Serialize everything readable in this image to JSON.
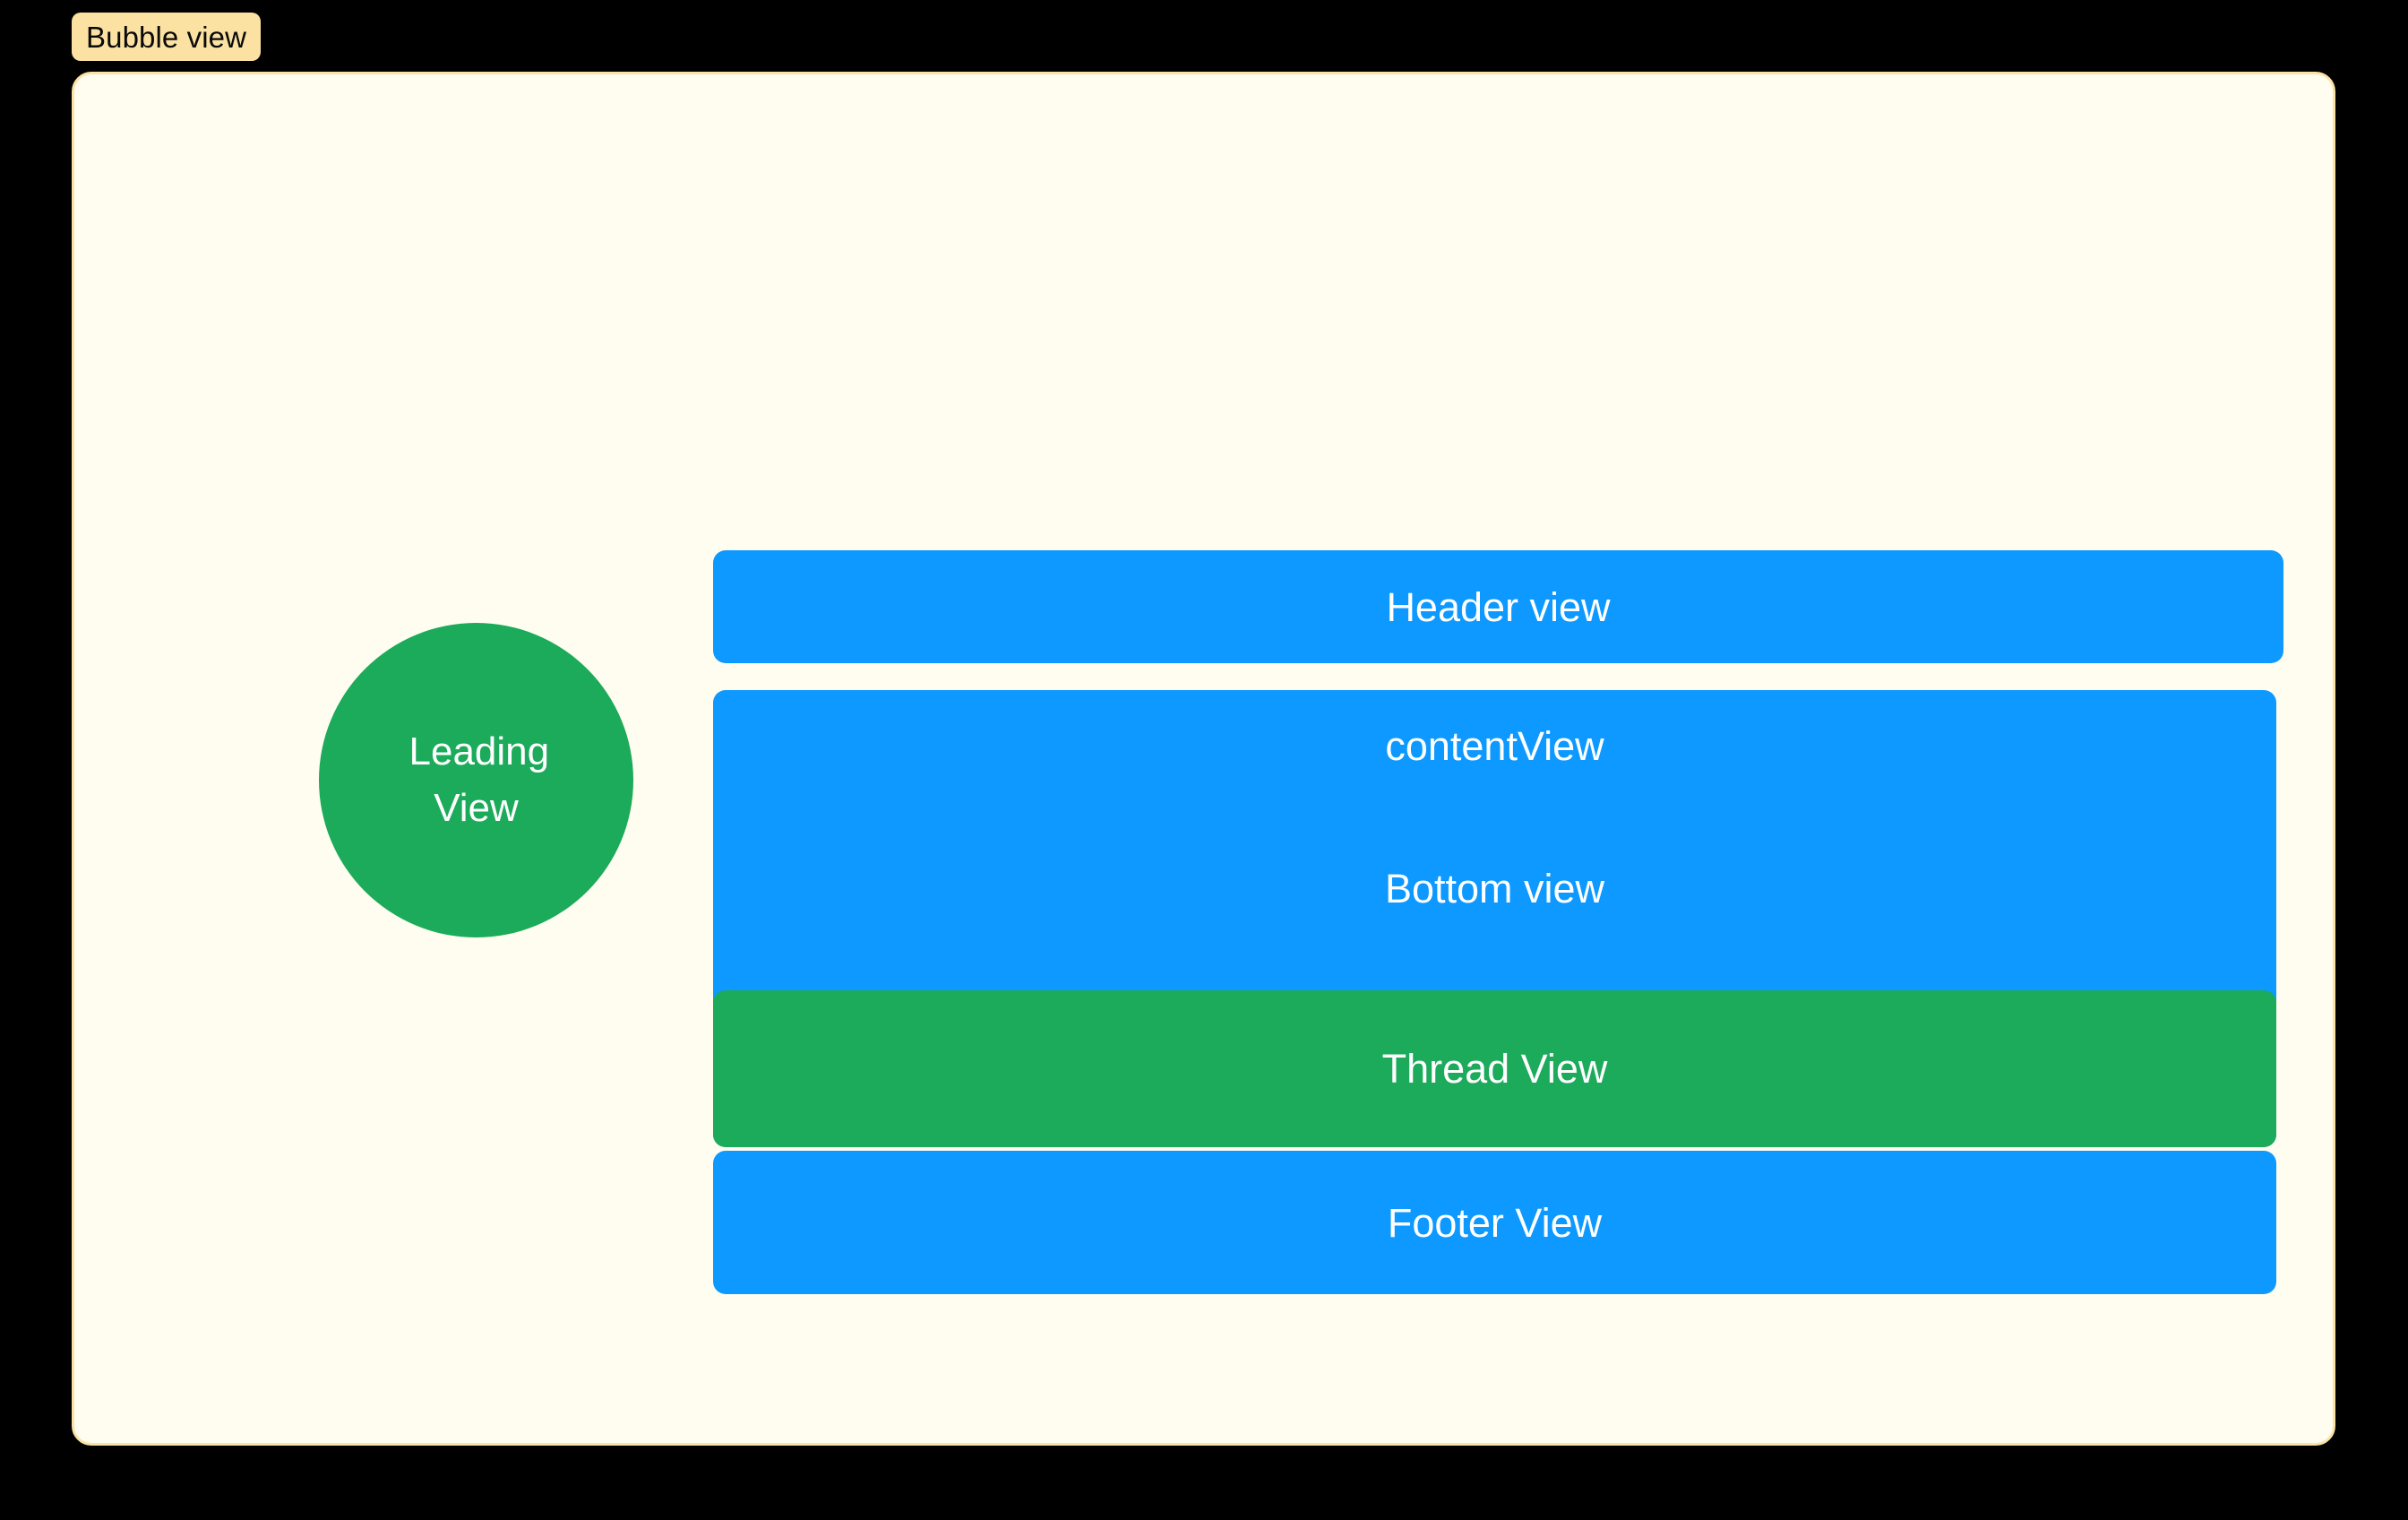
{
  "frame": {
    "label": "Bubble view",
    "label_background": "#FCE2A2",
    "label_text_color": "#0A0A0A",
    "card_background": "#FFFDF0",
    "card_border_color": "#FBE3A6",
    "page_background": "#000000"
  },
  "leading": {
    "label": "Leading View",
    "color": "#1BAB5A",
    "text_color": "#FFFFFF",
    "shape": "circle"
  },
  "bars": {
    "header": {
      "label": "Header view",
      "color": "#0D99FF",
      "text_color": "#FFFFFF"
    },
    "content": {
      "label": "contentView",
      "secondary_label": "Bottom view",
      "color": "#0D99FF",
      "text_color": "#FFFFFF"
    },
    "thread": {
      "label": "Thread View",
      "color": "#1BAB5A",
      "text_color": "#FFFFFF"
    },
    "footer": {
      "label": "Footer View",
      "color": "#0D99FF",
      "text_color": "#FFFFFF"
    }
  }
}
